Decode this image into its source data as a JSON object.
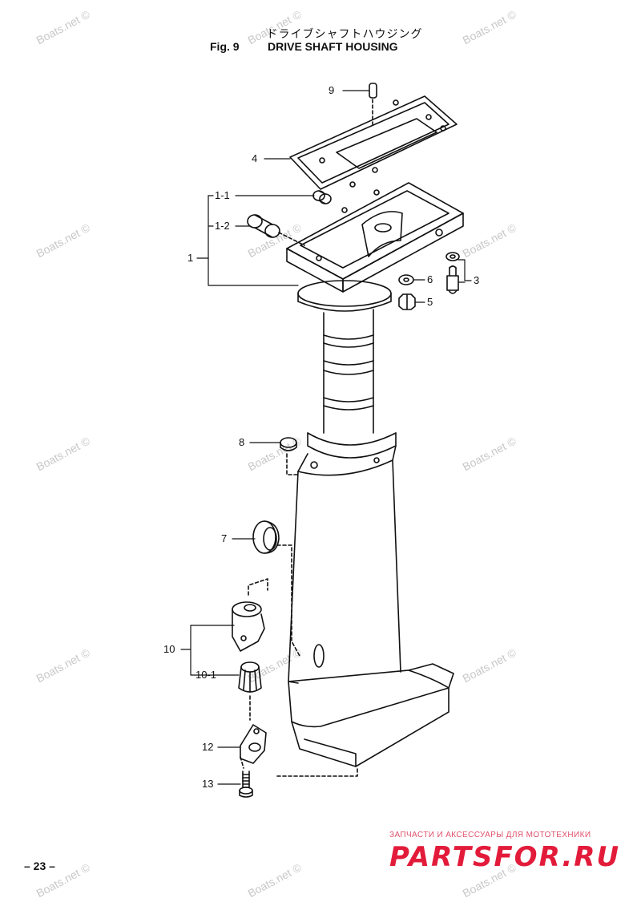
{
  "header": {
    "title_jp": "ドライブシャフトハウジング",
    "fig_label": "Fig. 9",
    "title_en": "DRIVE SHAFT HOUSING"
  },
  "watermark": "Boats.net ©",
  "callouts": {
    "c9": "9",
    "c4": "4",
    "c1_1": "1-1",
    "c1_2": "1-2",
    "c1": "1",
    "c6": "6",
    "c3": "3",
    "c5": "5",
    "c8": "8",
    "c7": "7",
    "c10": "10",
    "c10_1": "10-1",
    "c12": "12",
    "c13": "13"
  },
  "footer": {
    "page_number": "– 23 –",
    "brand_tagline": "ЗАПЧАСТИ И АКСЕССУАРЫ ДЛЯ МОТОТЕХНИКИ",
    "brand_name": "PARTSFOR.RU"
  },
  "colors": {
    "brand": "#e31b3a",
    "watermark": "#c8c8c8",
    "ink": "#111111"
  }
}
